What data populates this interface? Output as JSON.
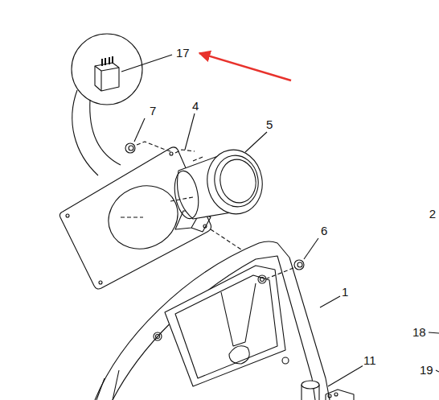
{
  "diagram": {
    "labels": [
      "17",
      "7",
      "4",
      "5",
      "6",
      "1",
      "2",
      "18",
      "19",
      "11"
    ]
  }
}
